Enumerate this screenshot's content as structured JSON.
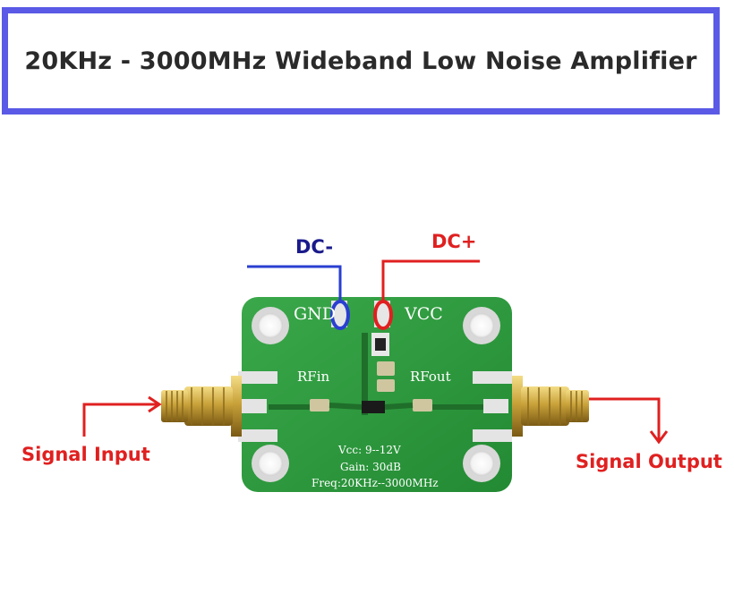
{
  "title": "20KHz - 3000MHz Wideband Low Noise Amplifier",
  "callouts": {
    "dc_minus": "DC-",
    "dc_plus": "DC+",
    "signal_input": "Signal Input",
    "signal_output": "Signal Output"
  },
  "silkscreen": {
    "gnd": "GND",
    "vcc": "VCC",
    "rf_in": "RFin",
    "rf_out": "RFout",
    "vcc_range": "Vcc: 9--12V",
    "gain": "Gain: 30dB",
    "freq": "Freq:20KHz--3000MHz"
  },
  "colors": {
    "banner_border": "#5a5ae6",
    "pcb_green": "#2f9a3e",
    "dc_minus_marker": "#2a3fd1",
    "callout_red": "#e02020",
    "connector_gold": "#c9a23a"
  }
}
